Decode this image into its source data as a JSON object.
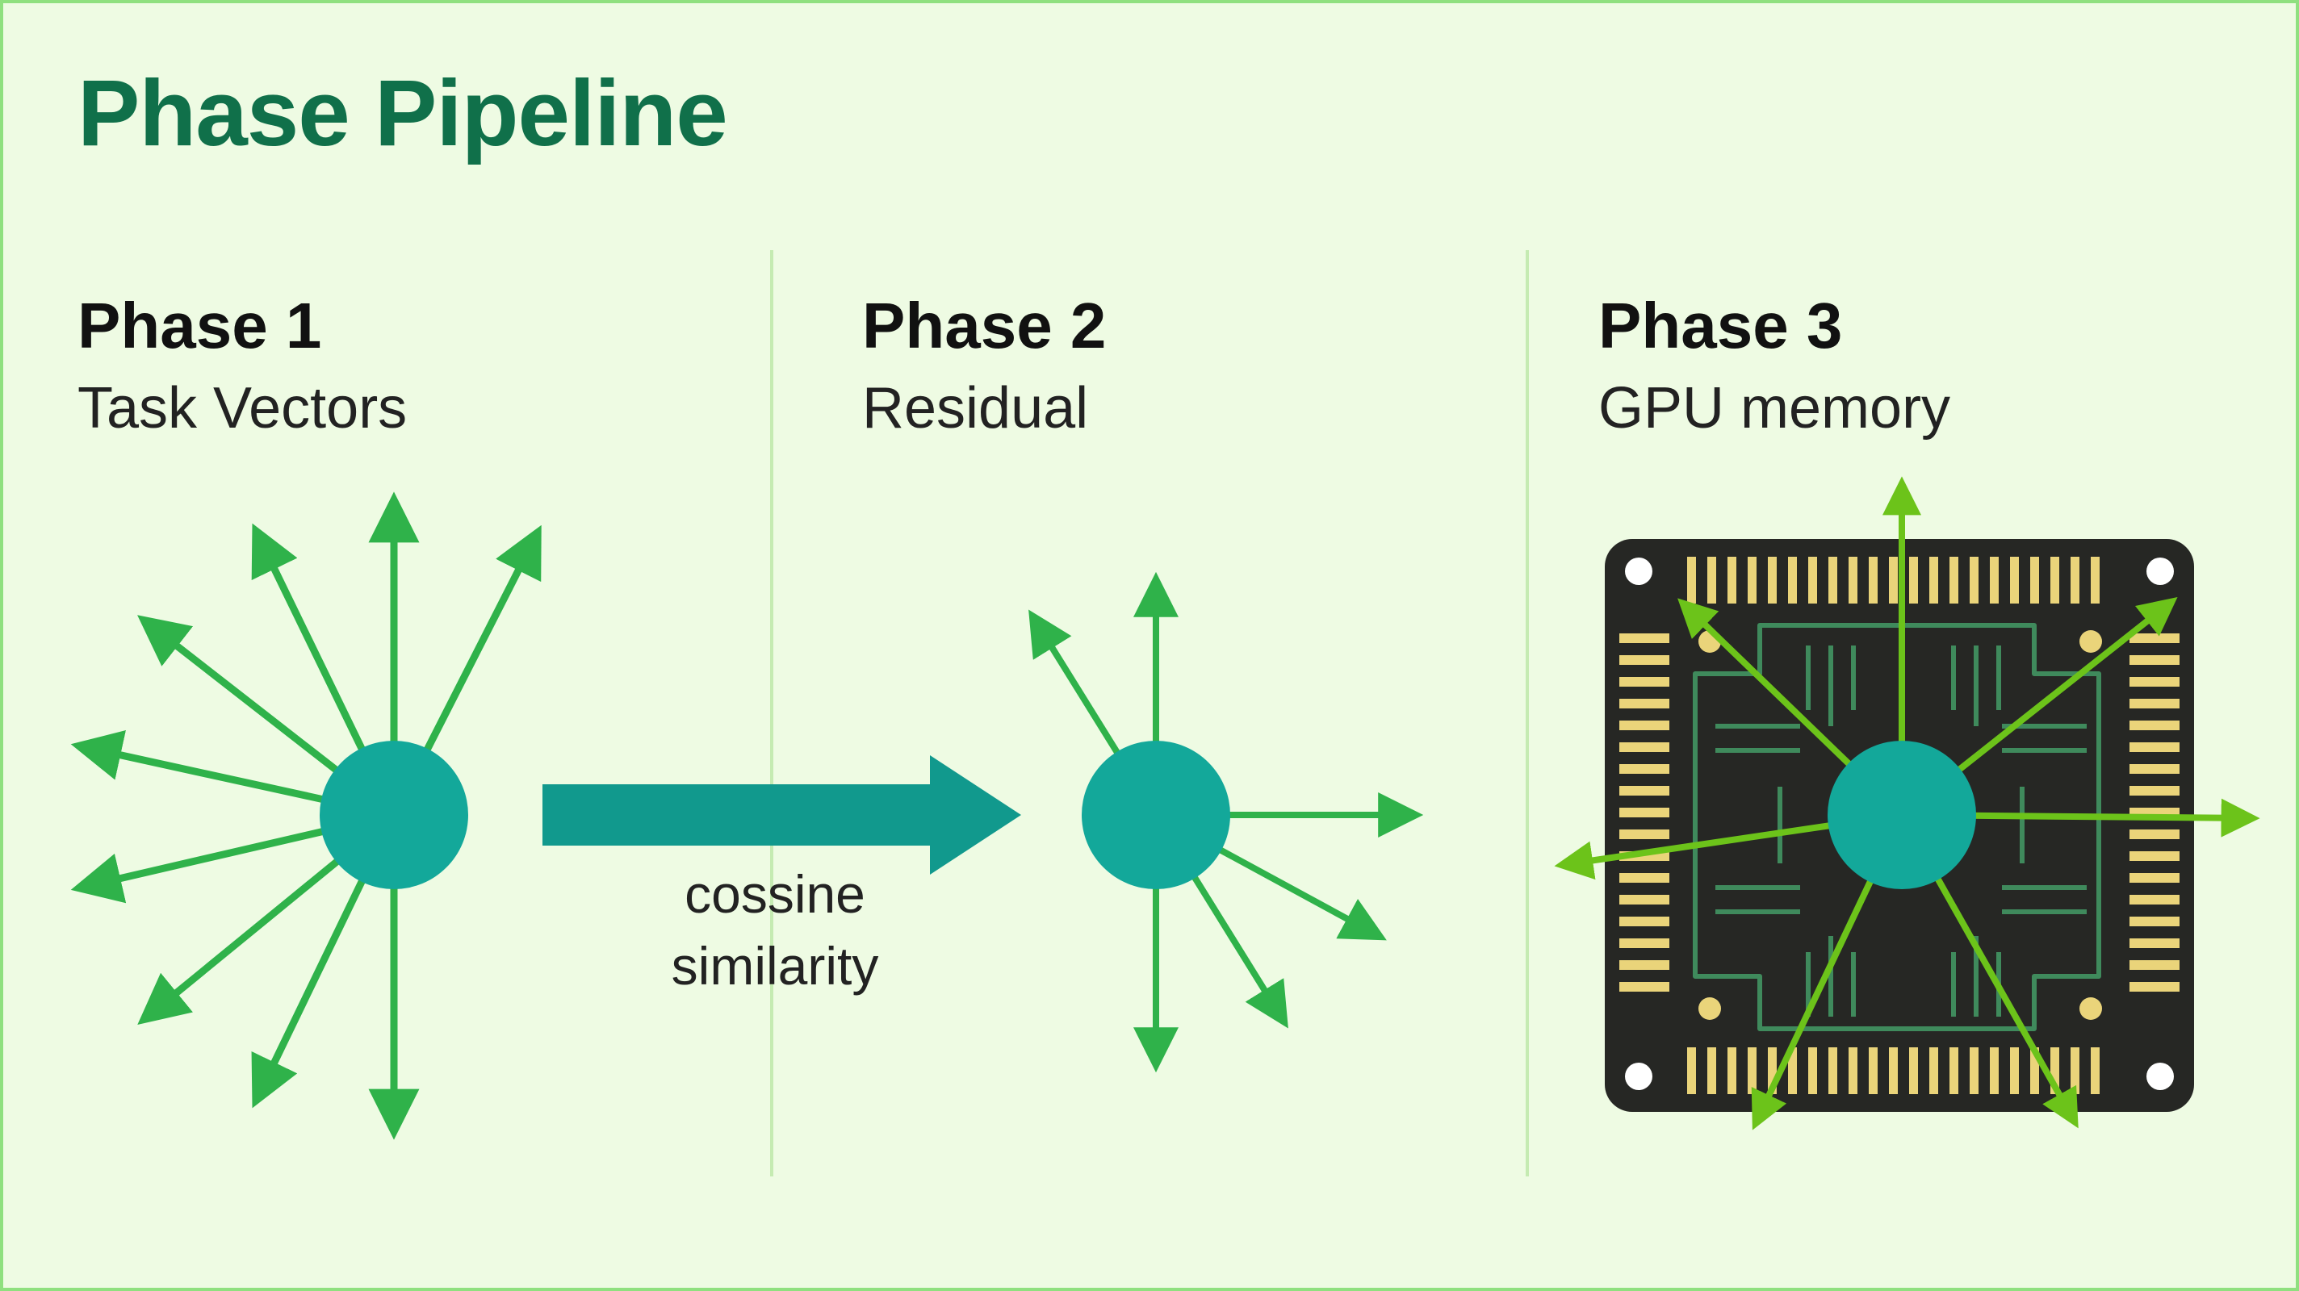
{
  "title": "Phase Pipeline",
  "phases": [
    {
      "heading": "Phase 1",
      "subtitle": "Task Vectors"
    },
    {
      "heading": "Phase 2",
      "subtitle": "Residual"
    },
    {
      "heading": "Phase 3",
      "subtitle": "GPU memory"
    }
  ],
  "transition": {
    "line1": "cossine",
    "line2": "similarity"
  },
  "colors": {
    "background": "#eefbe3",
    "border": "#8fe07f",
    "title": "#10704a",
    "node": "#13a89a",
    "vector_arrow": "#2fb24a",
    "chip_arrow": "#6cc31a",
    "pipeline_arrow": "#11998d",
    "chip_body": "#262724",
    "chip_pins": "#ead47a"
  },
  "icons": {
    "phase1": "radial-vectors-icon",
    "phase2": "pruned-vectors-icon",
    "phase3": "gpu-chip-icon"
  }
}
